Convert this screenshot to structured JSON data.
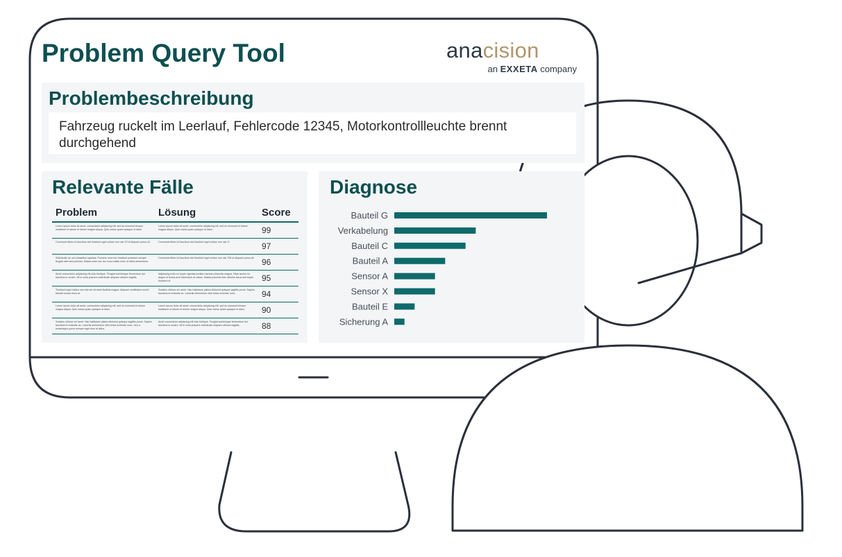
{
  "header": {
    "title": "Problem Query Tool",
    "logo": {
      "text_main": "ana",
      "text_accent": "cision",
      "sub_prefix": "an",
      "sub_brand": "EXXETA",
      "sub_suffix": "company"
    }
  },
  "problem": {
    "heading": "Problembeschreibung",
    "description": "Fahrzeug ruckelt im Leerlauf, Fehlercode 12345, Motorkontrollleuchte brennt durchgehend"
  },
  "cases": {
    "heading": "Relevante Fälle",
    "columns": {
      "problem": "Problem",
      "solution": "Lösung",
      "score": "Score"
    },
    "rows": [
      {
        "problem": "Lorem ipsum dolor sit amet, consectetur adipiscing elit, sed do eiusmod tempor incididunt ut labore et dolore magna aliqua. Quis varius quam quisque id diam.",
        "solution": "Lorem ipsum dolor sit amet, consectetur adipiscing elit, sed do eiusmod et dolore magna aliqua. Quis varius quam quisque id diam.",
        "score": "99"
      },
      {
        "problem": "Commodo libero id faucibus nisl tincidunt eget nullam non nisi. Et id aliquam purus sit.",
        "solution": "Commodo libero id faucibus nisl tincidunt eget nullam non nisi. E",
        "score": "97"
      },
      {
        "problem": "Sollicitudin ac orci phasellus egestas. Posuere urna nec tincidunt praesent semper feugiat nibh sed pulvinar. Massa enim nec dui nunc mattis enim ut tellus elementum.",
        "solution": "Commodo libero id faucibus nisl tincidunt eget nullam non nisi. Elit ut aliquam purus sit.",
        "score": "96"
      },
      {
        "problem": "Amet consectetur adipiscing elit duis tristique. Feugiat scelerisque fermentum dui faucibus in ornare. Mi in nulla posuere sollicitudin aliquam ultrices sagittis.",
        "solution": "Adipiscing enim eu turpis egestas pretium aenean pharetra magna. Vitae auctor eu augue ut lectus arcu bibendum at varius. Massa placerat duis ultricies lacus sed turpis tincidunt id.",
        "score": "95"
      },
      {
        "problem": "Tincidunt eget nullam non nisi est sit amet facilisis magna. Aliquam vestibulum morbi blandit cursus risus at.",
        "solution": "Sodales ultrices vel amet. Hac habitasse platea dictumst quisque sagittis purus. Sapien faucibus et molestie ac. Lobortis elementum nibh tellus molestie nunc.",
        "score": "94"
      },
      {
        "problem": "Lorem ipsum dolor sit amet, consectetur adipiscing elit, sed do eiusmod et dolore magna aliqua. Quis varius quam quisque id diam.",
        "solution": "Lorem ipsum dolor sit amet, consectetur adipiscing elit, sed do eiusmod tempor incididunt ut labore et dolore magna aliqua. Quis varius quam quisque id diam.",
        "score": "90"
      },
      {
        "problem": "Sodales ultrices vel amet. Hac habitasse platea dictumst quisque sagittis purus. Sapien faucibus et molestie ac. Lobortis elementum nibh tellus molestie nunc. Orci a scelerisque purus semper eget duis at tellus.",
        "solution": "Amet consectetur adipiscing elit duis tristique. Feugiat scelerisque fermentum dui faucibus in ornare. Mi in nulla posuere sollicitudin aliquam ultrices sagittis.",
        "score": "88"
      }
    ]
  },
  "diagnose": {
    "heading": "Diagnose"
  },
  "colors": {
    "accent": "#0e6a6b",
    "title": "#0e4f50",
    "panel_bg": "#f3f5f7",
    "outline": "#2b303a",
    "logo_accent": "#b0956d"
  },
  "icons": {
    "monitor": "monitor-outline",
    "person": "headset-agent-outline"
  },
  "chart_data": {
    "type": "bar",
    "orientation": "horizontal",
    "categories": [
      "Bauteil G",
      "Verkabelung",
      "Bauteil C",
      "Bauteil A",
      "Sensor A",
      "Sensor X",
      "Bauteil E",
      "Sicherung A"
    ],
    "values": [
      15,
      8,
      7,
      5,
      4,
      4,
      2,
      1
    ],
    "title": "",
    "xlabel": "",
    "ylabel": "",
    "xlim": [
      0,
      15
    ],
    "grid": false,
    "legend": "none"
  }
}
